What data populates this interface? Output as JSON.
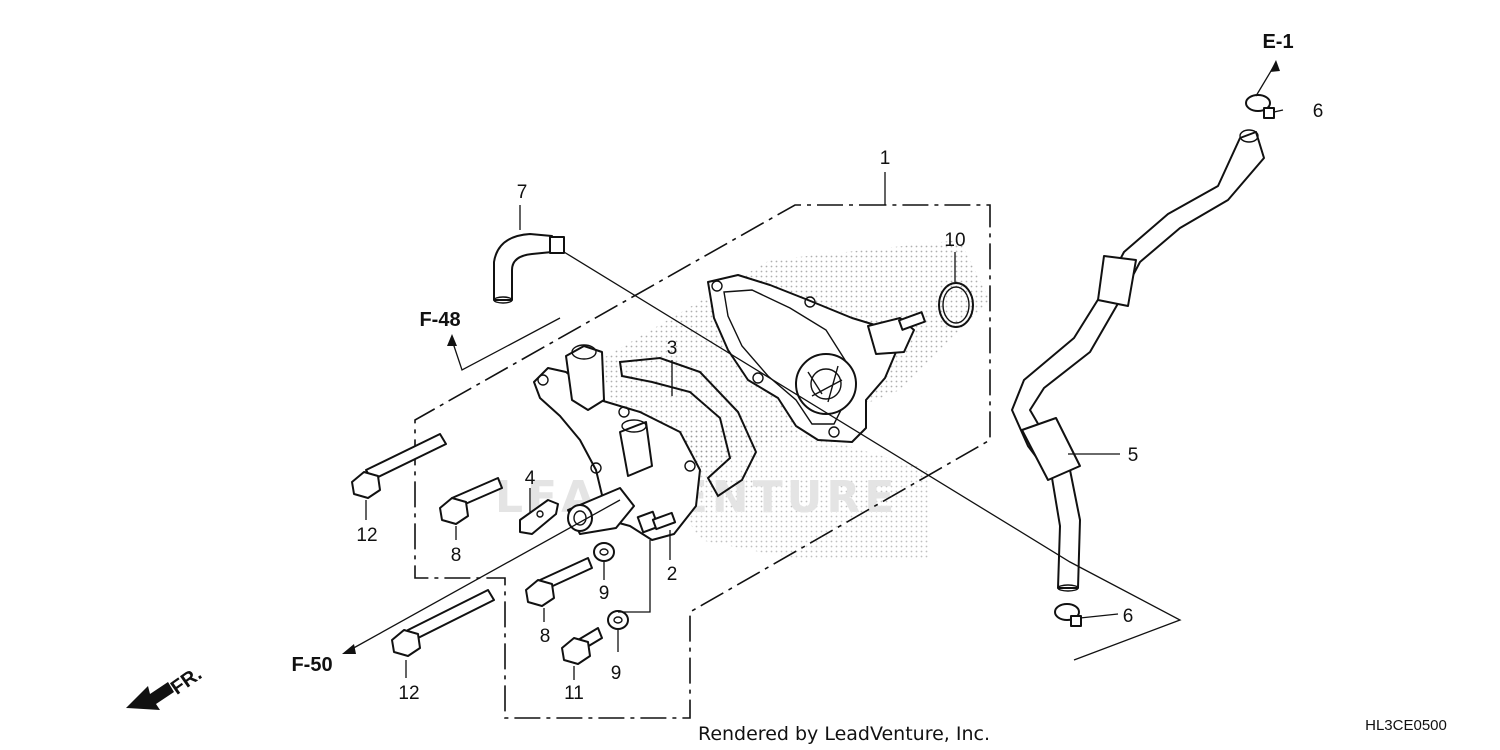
{
  "labels": {
    "l1": "1",
    "l2": "2",
    "l3": "3",
    "l4": "4",
    "l5": "5",
    "l6a": "6",
    "l6b": "6",
    "l7": "7",
    "l8a": "8",
    "l8b": "8",
    "l9a": "9",
    "l9b": "9",
    "l10": "10",
    "l11": "11",
    "l12a": "12",
    "l12b": "12"
  },
  "refs": {
    "e1": "E-1",
    "f48": "F-48",
    "f50": "F-50",
    "front": "FR."
  },
  "watermark": "LEADVENTURE",
  "credit": "Rendered by LeadVenture, Inc.",
  "diagram_code": "HL3CE0500"
}
